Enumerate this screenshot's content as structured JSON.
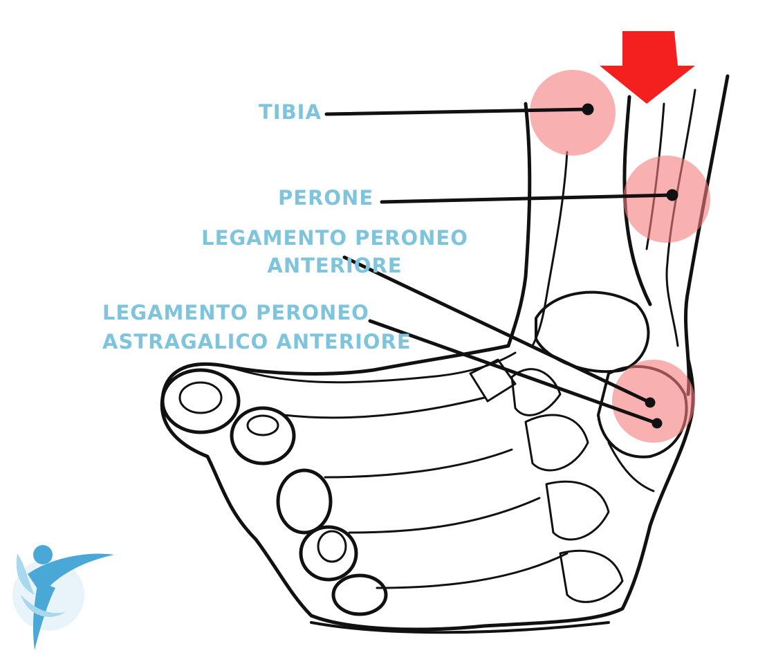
{
  "labels": {
    "tibia": "TIBIA",
    "perone": "PERONE",
    "legamento_peroneo_line1": "LEGAMENTO PERONEO",
    "legamento_peroneo_line2": "ANTERIORE",
    "legamento_astragalico_line1": "LEGAMENTO PERONEO",
    "legamento_astragalico_line2": "ASTRAGALICO ANTERIORE"
  },
  "colors": {
    "label_text": "#7ec4dc",
    "leader_line": "#111111",
    "injury_marker": "#f47c7c",
    "force_arrow": "#f42020",
    "logo_primary": "#4aa8d6",
    "logo_secondary": "#a8d8ee"
  },
  "icons": {
    "force_arrow": "down-arrow-icon",
    "injury_marker": "pain-circle-icon",
    "logo": "physio-figure-logo"
  }
}
